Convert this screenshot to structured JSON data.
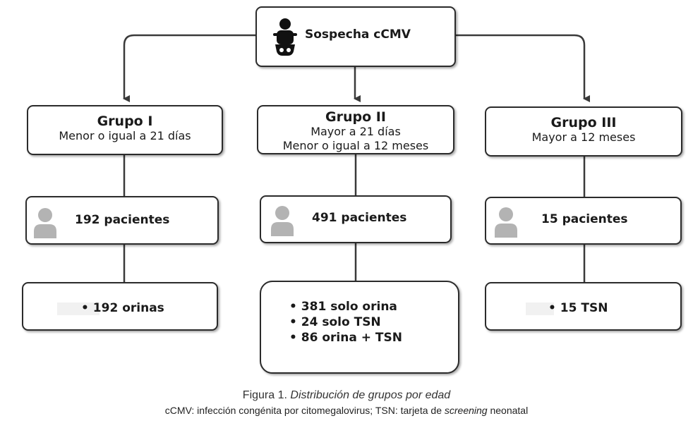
{
  "root": {
    "title": "Sospecha cCMV",
    "icon": "baby-icon"
  },
  "groups": [
    {
      "title": "Grupo I",
      "lines": [
        "Menor o igual  a  21 días"
      ],
      "patients": "192 pacientes",
      "items": [
        "192 orinas"
      ]
    },
    {
      "title": "Grupo II",
      "lines": [
        "Mayor  a  21 días",
        "Menor o igual  a  12 meses"
      ],
      "patients": "491 pacientes",
      "items": [
        "381 solo orina",
        "24 solo TSN",
        "86 orina + TSN"
      ]
    },
    {
      "title": "Grupo III",
      "lines": [
        "Mayor  a  12 meses"
      ],
      "patients": "15 pacientes",
      "items": [
        "15 TSN"
      ]
    }
  ],
  "caption": {
    "figure_label": "Figura 1.",
    "figure_title": "Distribución de grupos por edad",
    "note_prefix": "cCMV: infección congénita por citomegalovirus; TSN: tarjeta de",
    "note_italic": "screening",
    "note_suffix": "neonatal"
  },
  "colors": {
    "border": "#2b2b2b",
    "person_icon": "#b3b3b3",
    "connector": "#3a3a3a"
  }
}
